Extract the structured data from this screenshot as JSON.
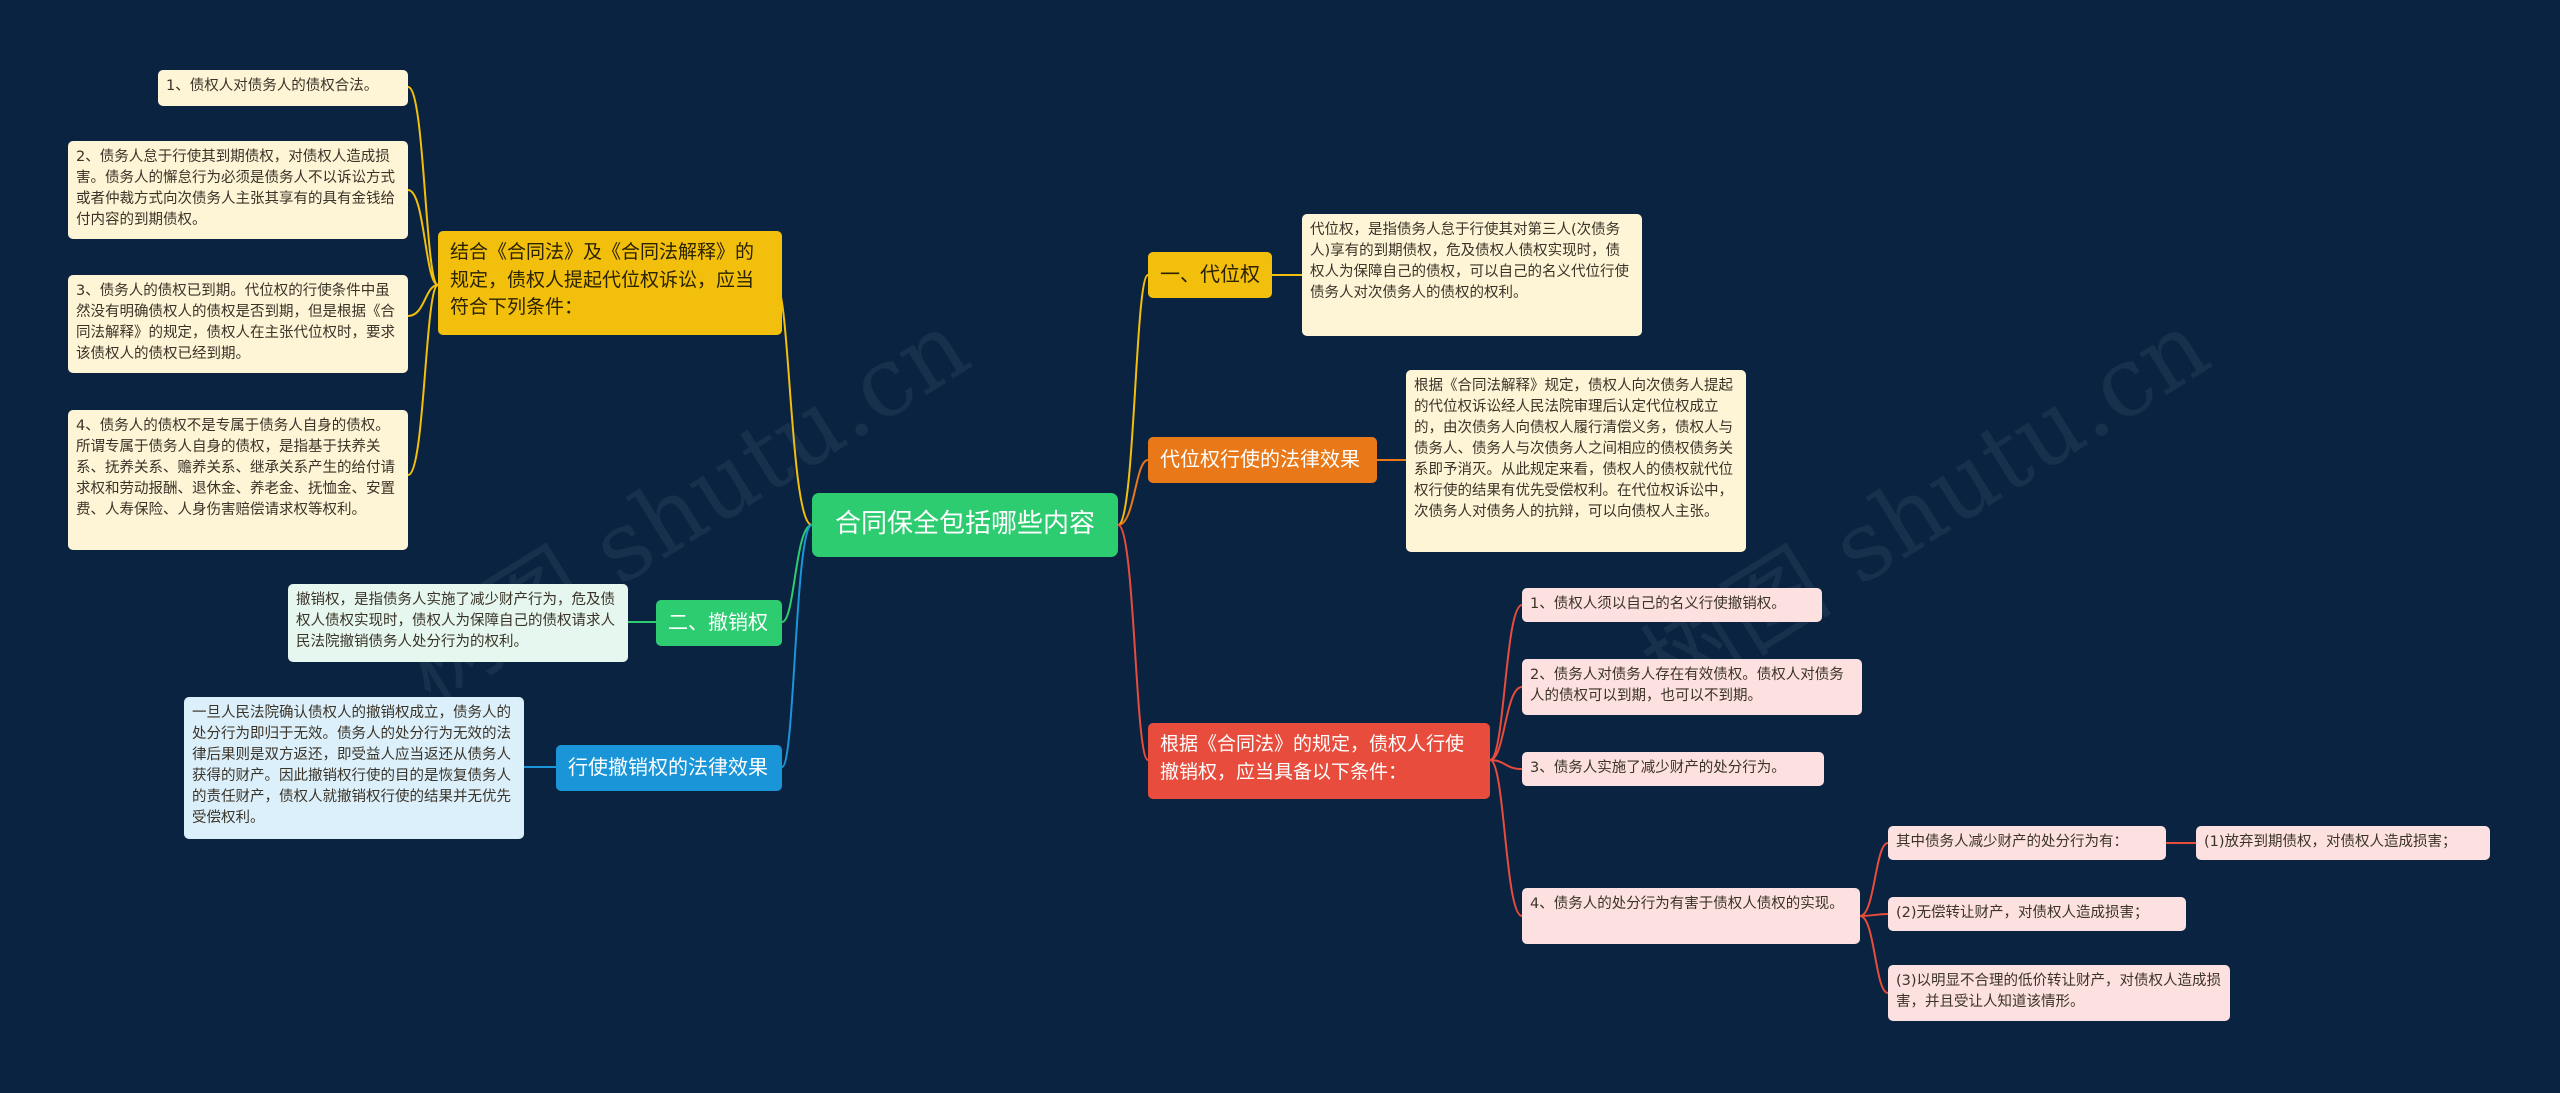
{
  "root": "合同保全包括哪些内容",
  "watermark": "树图 shutu.cn",
  "colors": {
    "background": "#0a2340",
    "root": "#2ecc71",
    "yellow": "#f2bf0c",
    "green": "#2ecc71",
    "blue": "#1a95d8",
    "orange": "#e97818",
    "red": "#e74c3c"
  },
  "left": {
    "conditions": {
      "label": "结合《合同法》及《合同法解释》的规定，债权人提起代位权诉讼，应当符合下列条件：",
      "items": [
        "1、债权人对债务人的债权合法。",
        "2、债务人怠于行使其到期债权，对债权人造成损害。债务人的懈怠行为必须是债务人不以诉讼方式或者仲裁方式向次债务人主张其享有的具有金钱给付内容的到期债权。",
        "3、债务人的债权已到期。代位权的行使条件中虽然没有明确债权人的债权是否到期，但是根据《合同法解释》的规定，债权人在主张代位权时，要求该债权人的债权已经到期。",
        "4、债务人的债权不是专属于债务人自身的债权。所谓专属于债务人自身的债权，是指基于扶养关系、抚养关系、赡养关系、继承关系产生的给付请求权和劳动报酬、退休金、养老金、抚恤金、安置费、人寿保险、人身伤害赔偿请求权等权利。"
      ]
    },
    "revocation": {
      "label": "二、撤销权",
      "desc": "撤销权，是指债务人实施了减少财产行为，危及债权人债权实现时，债权人为保障自己的债权请求人民法院撤销债务人处分行为的权利。"
    },
    "revocation_effect": {
      "label": "行使撤销权的法律效果",
      "desc": "一旦人民法院确认债权人的撤销权成立，债务人的处分行为即归于无效。债务人的处分行为无效的法律后果则是双方返还，即受益人应当返还从债务人获得的财产。因此撤销权行使的目的是恢复债务人的责任财产，债权人就撤销权行使的结果并无优先受偿权利。"
    }
  },
  "right": {
    "subrogation": {
      "label": "一、代位权",
      "desc": "代位权，是指债务人怠于行使其对第三人(次债务人)享有的到期债权，危及债权人债权实现时，债权人为保障自己的债权，可以自己的名义代位行使债务人对次债务人的债权的权利。"
    },
    "subrogation_effect": {
      "label": "代位权行使的法律效果",
      "desc": "根据《合同法解释》规定，债权人向次债务人提起的代位权诉讼经人民法院审理后认定代位权成立的，由次债务人向债权人履行清偿义务，债权人与债务人、债务人与次债务人之间相应的债权债务关系即予消灭。从此规定来看，债权人的债权就代位权行使的结果有优先受偿权利。在代位权诉讼中，次债务人对债务人的抗辩，可以向债权人主张。"
    },
    "revocation_conditions": {
      "label": "根据《合同法》的规定，债权人行使撤销权，应当具备以下条件：",
      "items": [
        "1、债权人须以自己的名义行使撤销权。",
        "2、债务人对债务人存在有效债权。债权人对债务人的债权可以到期，也可以不到期。",
        "3、债务人实施了减少财产的处分行为。",
        "4、债务人的处分行为有害于债权人债权的实现。"
      ],
      "sub": {
        "label": "其中债务人减少财产的处分行为有：",
        "items": [
          "(1)放弃到期债权，对债权人造成损害；",
          "(2)无偿转让财产，对债权人造成损害；",
          "(3)以明显不合理的低价转让财产，对债权人造成损害，并且受让人知道该情形。"
        ]
      }
    }
  }
}
